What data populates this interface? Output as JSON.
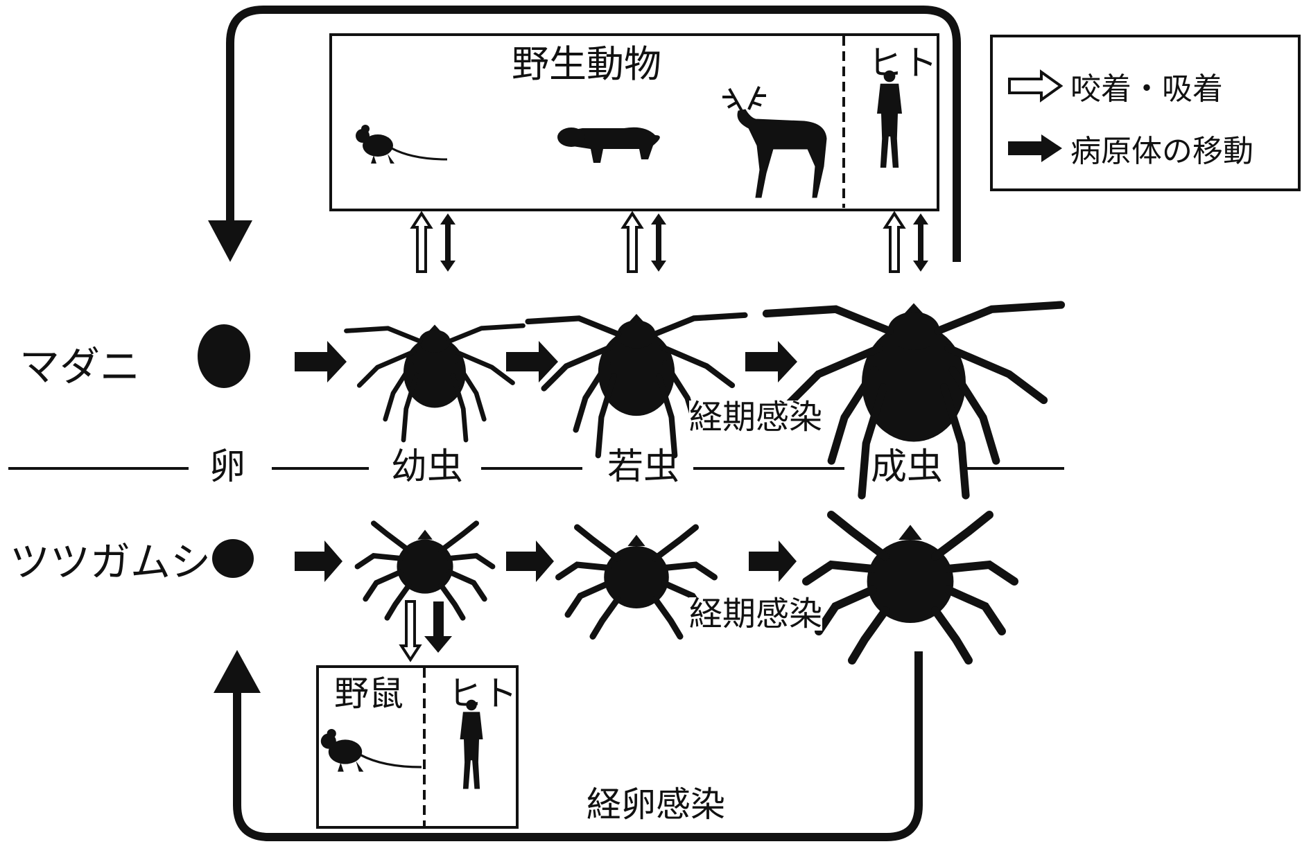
{
  "legend": {
    "items": [
      {
        "label": "咬着・吸着",
        "arrow_style": "outline"
      },
      {
        "label": "病原体の移動",
        "arrow_style": "filled"
      }
    ]
  },
  "hosts": {
    "wild_box": {
      "title": "野生動物",
      "human_label": "ヒト",
      "animals": [
        "mouse-icon",
        "raccoon-dog-icon",
        "deer-icon",
        "human-icon"
      ]
    },
    "rodent_box": {
      "rodent_label": "野鼠",
      "human_label": "ヒト",
      "animals": [
        "mouse-icon",
        "human-icon"
      ]
    }
  },
  "species": {
    "tick": {
      "name": "マダニ"
    },
    "chigger": {
      "name": "ツツガムシ"
    }
  },
  "stages": [
    "卵",
    "幼虫",
    "若虫",
    "成虫"
  ],
  "transmission": {
    "transstadial_tick": "経期感染",
    "transstadial_chigger": "経期感染",
    "transovarial": "経卵感染"
  },
  "colors": {
    "ink": "#111111",
    "background": "#ffffff"
  }
}
